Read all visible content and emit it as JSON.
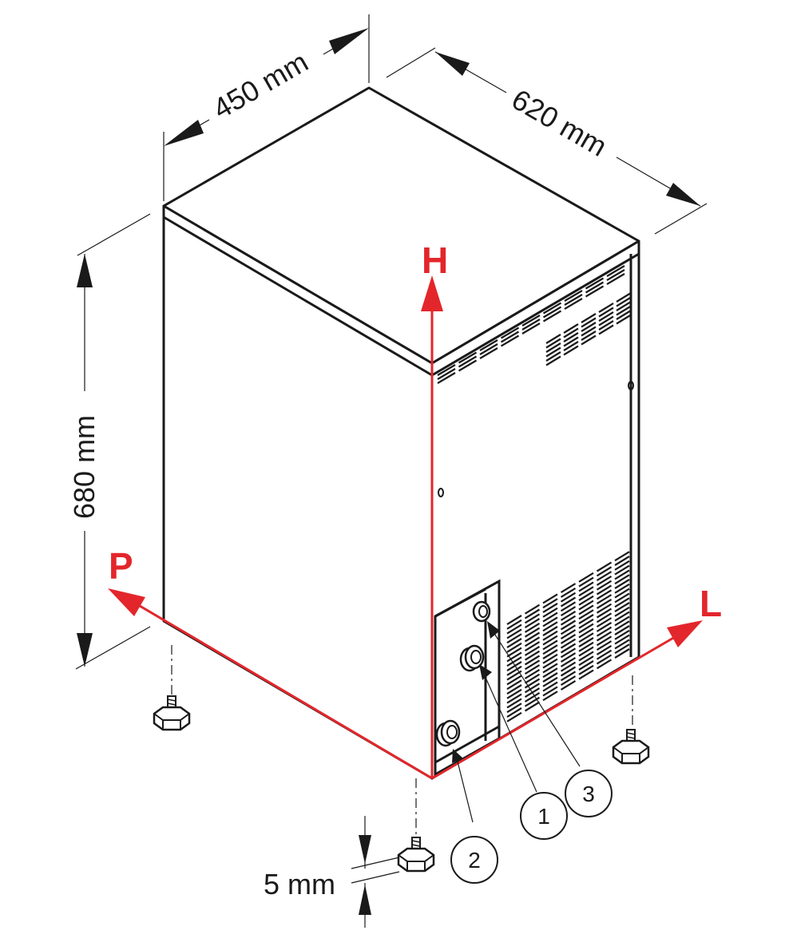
{
  "dimensions": {
    "width": "450 mm",
    "depth": "620 mm",
    "height": "680 mm",
    "foot": "5 mm"
  },
  "axes": {
    "height": "H",
    "depth": "P",
    "length": "L",
    "color": "#e3262b"
  },
  "connections": [
    "1",
    "2",
    "3"
  ],
  "colors": {
    "line": "#1a1a1a",
    "background": "#ffffff"
  }
}
